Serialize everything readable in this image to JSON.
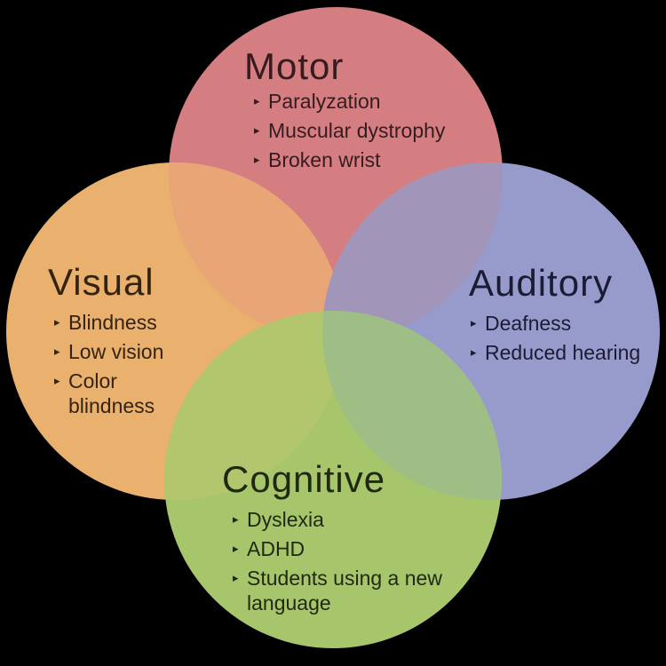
{
  "figure": {
    "description": "Four overlapping circles diagram of disability categories",
    "background": "#000000",
    "bullet": "▸",
    "groups": [
      {
        "id": "motor",
        "label": "Motor",
        "circle_color": "#d57e81",
        "text_color": "#361b20",
        "items": [
          "Paralyzation",
          "Muscular dystrophy",
          "Broken wrist"
        ]
      },
      {
        "id": "visual",
        "label": "Visual",
        "circle_color": "#e9b06e",
        "text_color": "#34240f",
        "items": [
          "Blindness",
          "Low vision",
          "Color blindness"
        ]
      },
      {
        "id": "auditory",
        "label": "Auditory",
        "circle_color": "#969bcb",
        "text_color": "#1b1c33",
        "items": [
          "Deafness",
          "Reduced hearing"
        ]
      },
      {
        "id": "cognitive",
        "label": "Cognitive",
        "circle_color": "#a7c66b",
        "text_color": "#20290f",
        "items": [
          "Dyslexia",
          "ADHD",
          "Students using a new language"
        ]
      }
    ],
    "overlap_colors": {
      "motor_visual": "#e8a677",
      "motor_auditory": "#a196ba",
      "visual_cognitive": "#b2c66d",
      "auditory_cognitive": "#9fbe85"
    }
  }
}
